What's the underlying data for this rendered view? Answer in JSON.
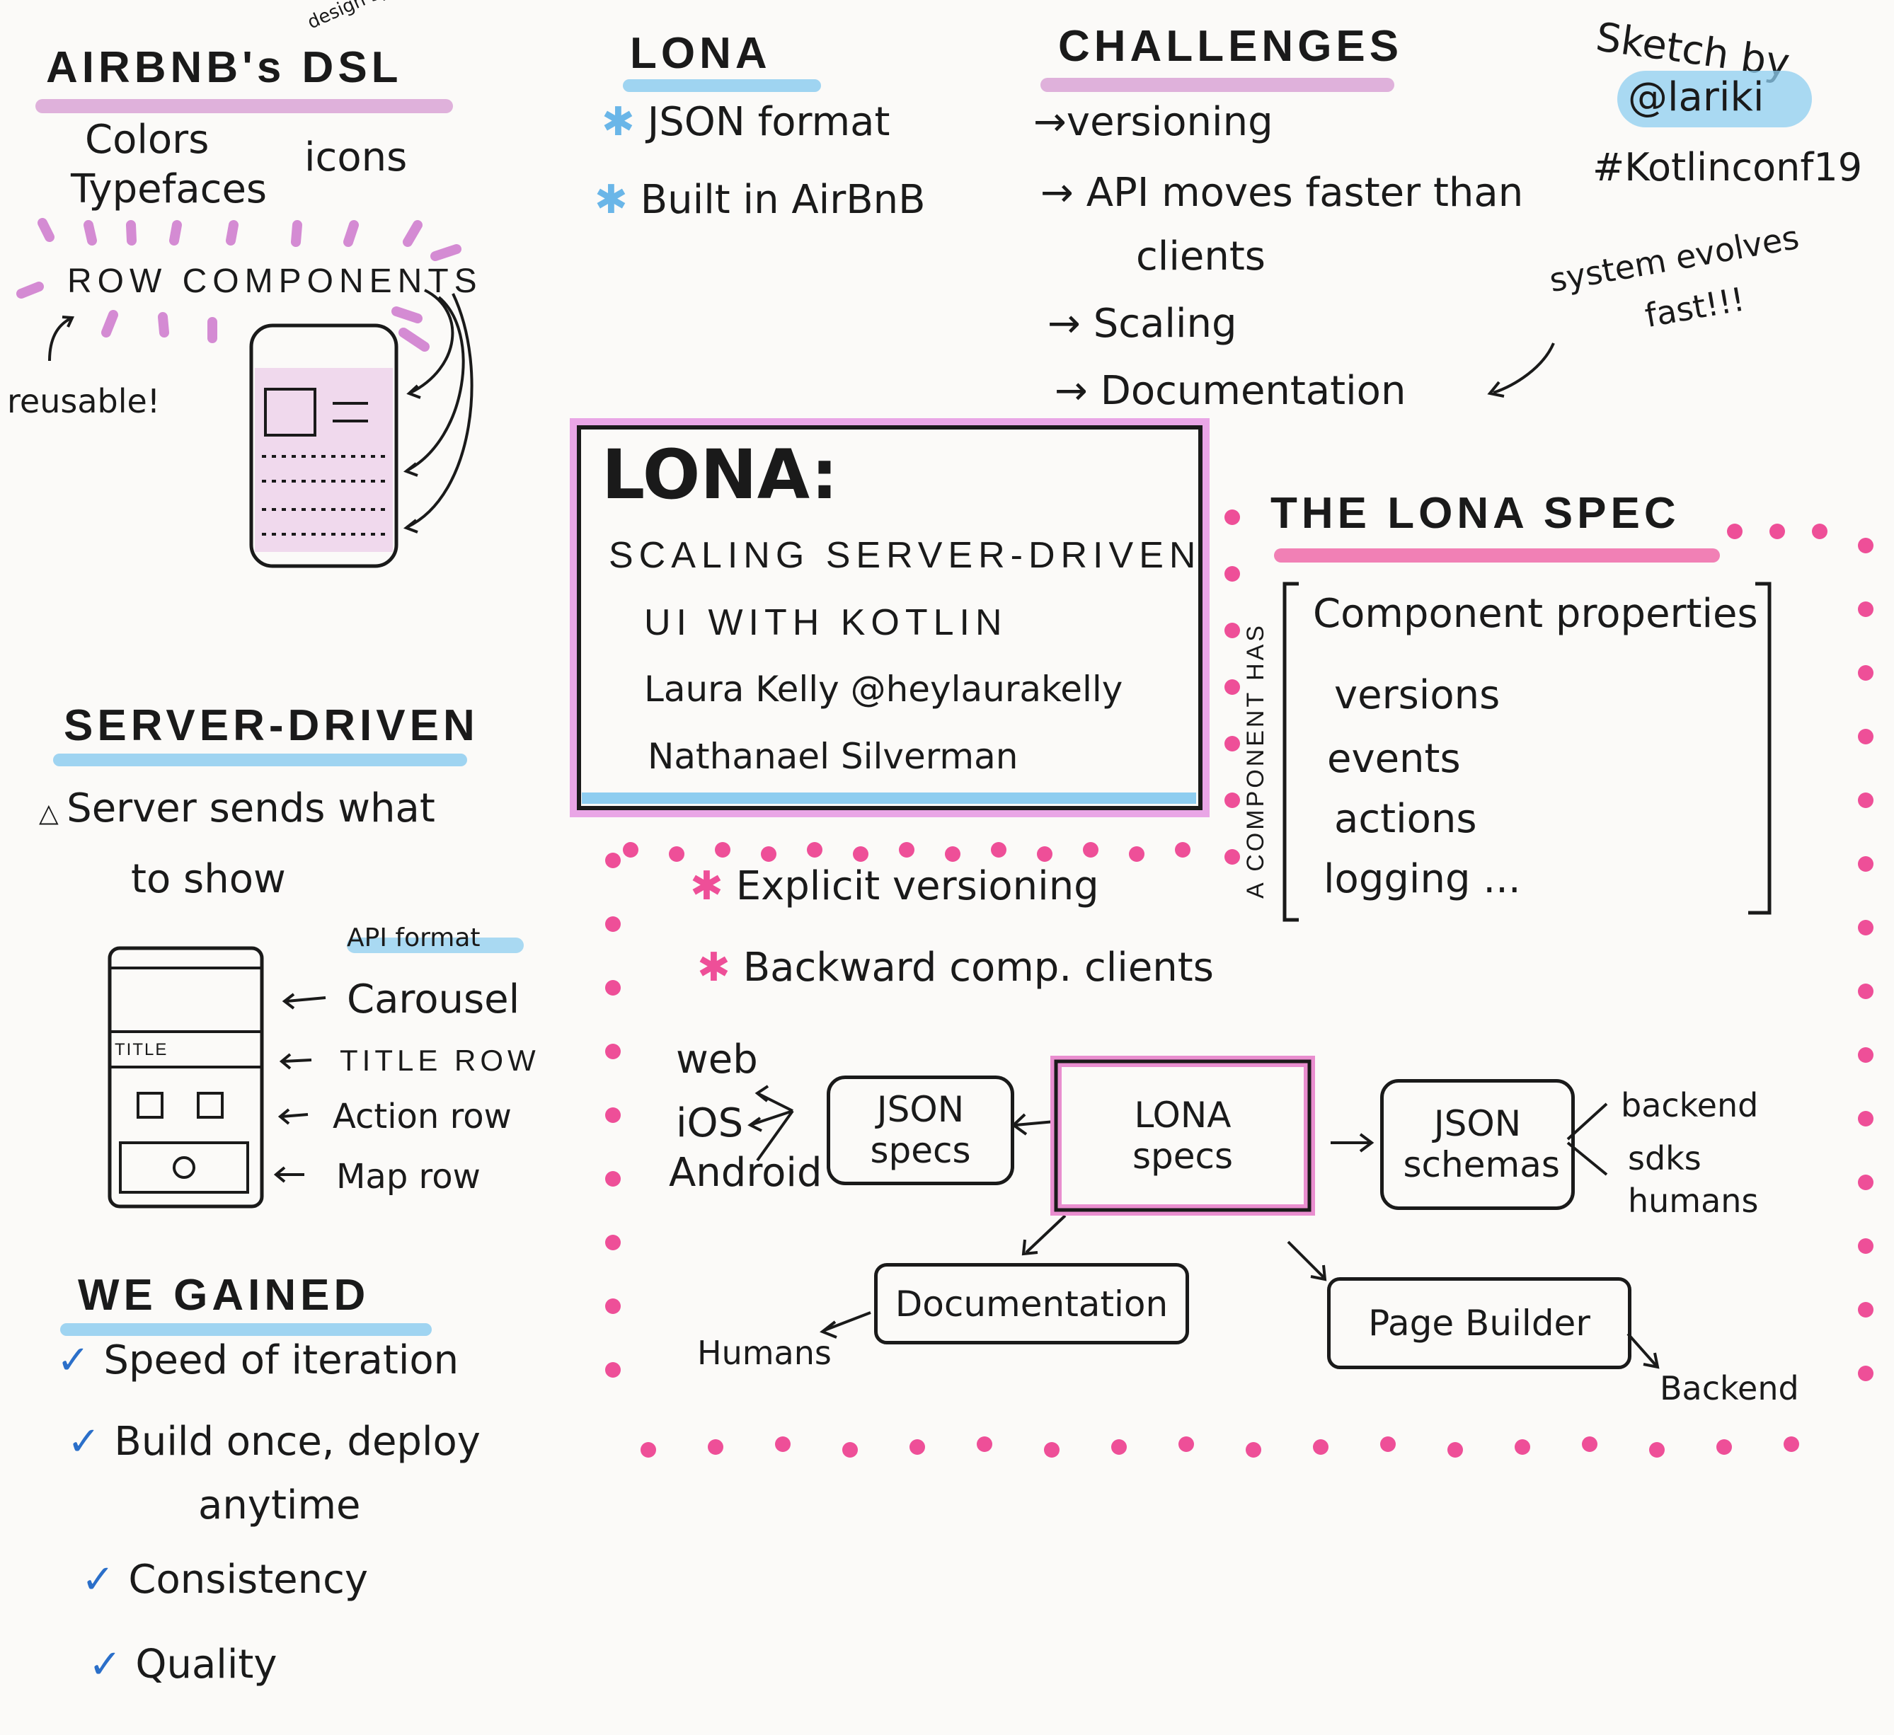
{
  "dsl": {
    "title": "AIRBNB's DSL",
    "super": "design system language",
    "items": [
      "Colors",
      "icons",
      "Typefaces"
    ],
    "row_components": "ROW COMPONENTS",
    "reusable": "reusable!"
  },
  "lona": {
    "title": "LONA",
    "bullets": [
      "JSON format",
      "Built in AirBnB"
    ]
  },
  "challenges": {
    "title": "CHALLENGES",
    "items": [
      "versioning",
      "API moves faster than",
      "clients",
      "Scaling",
      "Documentation"
    ],
    "note_line1": "system evolves",
    "note_line2": "fast!!!"
  },
  "credit": {
    "line1": "Sketch by",
    "handle": "@lariki",
    "tag": "#Kotlinconf19"
  },
  "talk": {
    "title": "LONA:",
    "line1": "SCALING SERVER-DRIVEN",
    "line2": "UI WITH KOTLIN",
    "speaker1": "Laura Kelly @heylaurakelly",
    "speaker2": "Nathanael Silverman"
  },
  "server_driven": {
    "title": "SERVER-DRIVEN",
    "desc1": "Server sends what",
    "desc2": "to show",
    "api_format": "API format",
    "phone_title": "TITLE",
    "rows": [
      "Carousel",
      "TITLE ROW",
      "Action row",
      "Map row"
    ]
  },
  "gained": {
    "title": "WE GAINED",
    "items": [
      "Speed of iteration",
      "Build once, deploy",
      "anytime",
      "Consistency",
      "Quality"
    ]
  },
  "spec": {
    "title": "THE LONA SPEC",
    "side_label": "A COMPONENT HAS",
    "props": [
      "Component properties",
      "versions",
      "events",
      "actions",
      "logging ..."
    ],
    "bullets": [
      "Explicit versioning",
      "Backward comp. clients"
    ]
  },
  "diagram": {
    "platforms": [
      "web",
      "iOS",
      "Android"
    ],
    "json_specs": "JSON specs",
    "lona_specs": "LONA specs",
    "json_schemas": "JSON schemas",
    "consumers": [
      "backend",
      "sdks",
      "humans"
    ],
    "documentation": "Documentation",
    "humans": "Humans",
    "page_builder": "Page Builder",
    "backend": "Backend"
  },
  "colors": {
    "pink": "#d9a3d6",
    "blue": "#8ecdf0",
    "hot_pink": "#ee4f98",
    "ink": "#1a1a1a"
  }
}
